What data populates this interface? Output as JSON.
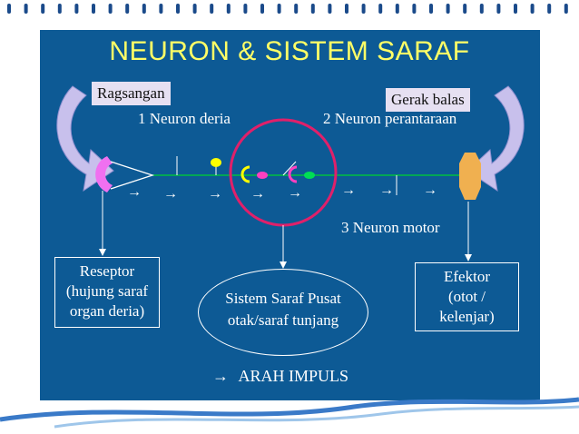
{
  "title": "NEURON & SISTEM SARAF",
  "labels": {
    "stimulus": "Ragsangan",
    "response": "Gerak balas",
    "sensory_neuron": "1 Neuron deria",
    "relay_neuron": "2 Neuron perantaraan",
    "motor_neuron": "3 Neuron motor"
  },
  "receptor": {
    "line1": "Reseptor",
    "line2": "(hujung saraf",
    "line3": "organ deria)"
  },
  "cns": {
    "line1": "Sistem Saraf Pusat",
    "line2": "otak/saraf tunjang"
  },
  "effector": {
    "line1": "Efektor",
    "line2": "(otot /",
    "line3": "kelenjar)"
  },
  "legend": {
    "arrow": "→",
    "text": "ARAH IMPULS"
  },
  "impulse_arrow": "→",
  "colors": {
    "slide_bg": "#0d5a95",
    "title": "#ffff66",
    "nerve_line": "#00c040",
    "receptor": "#f070f0",
    "effector": "#f0b050",
    "highlight_ring": "#e0206a",
    "synapse_yellow": "#ffff00",
    "synapse_pink": "#ff40c0",
    "synapse_green": "#00dd55"
  }
}
